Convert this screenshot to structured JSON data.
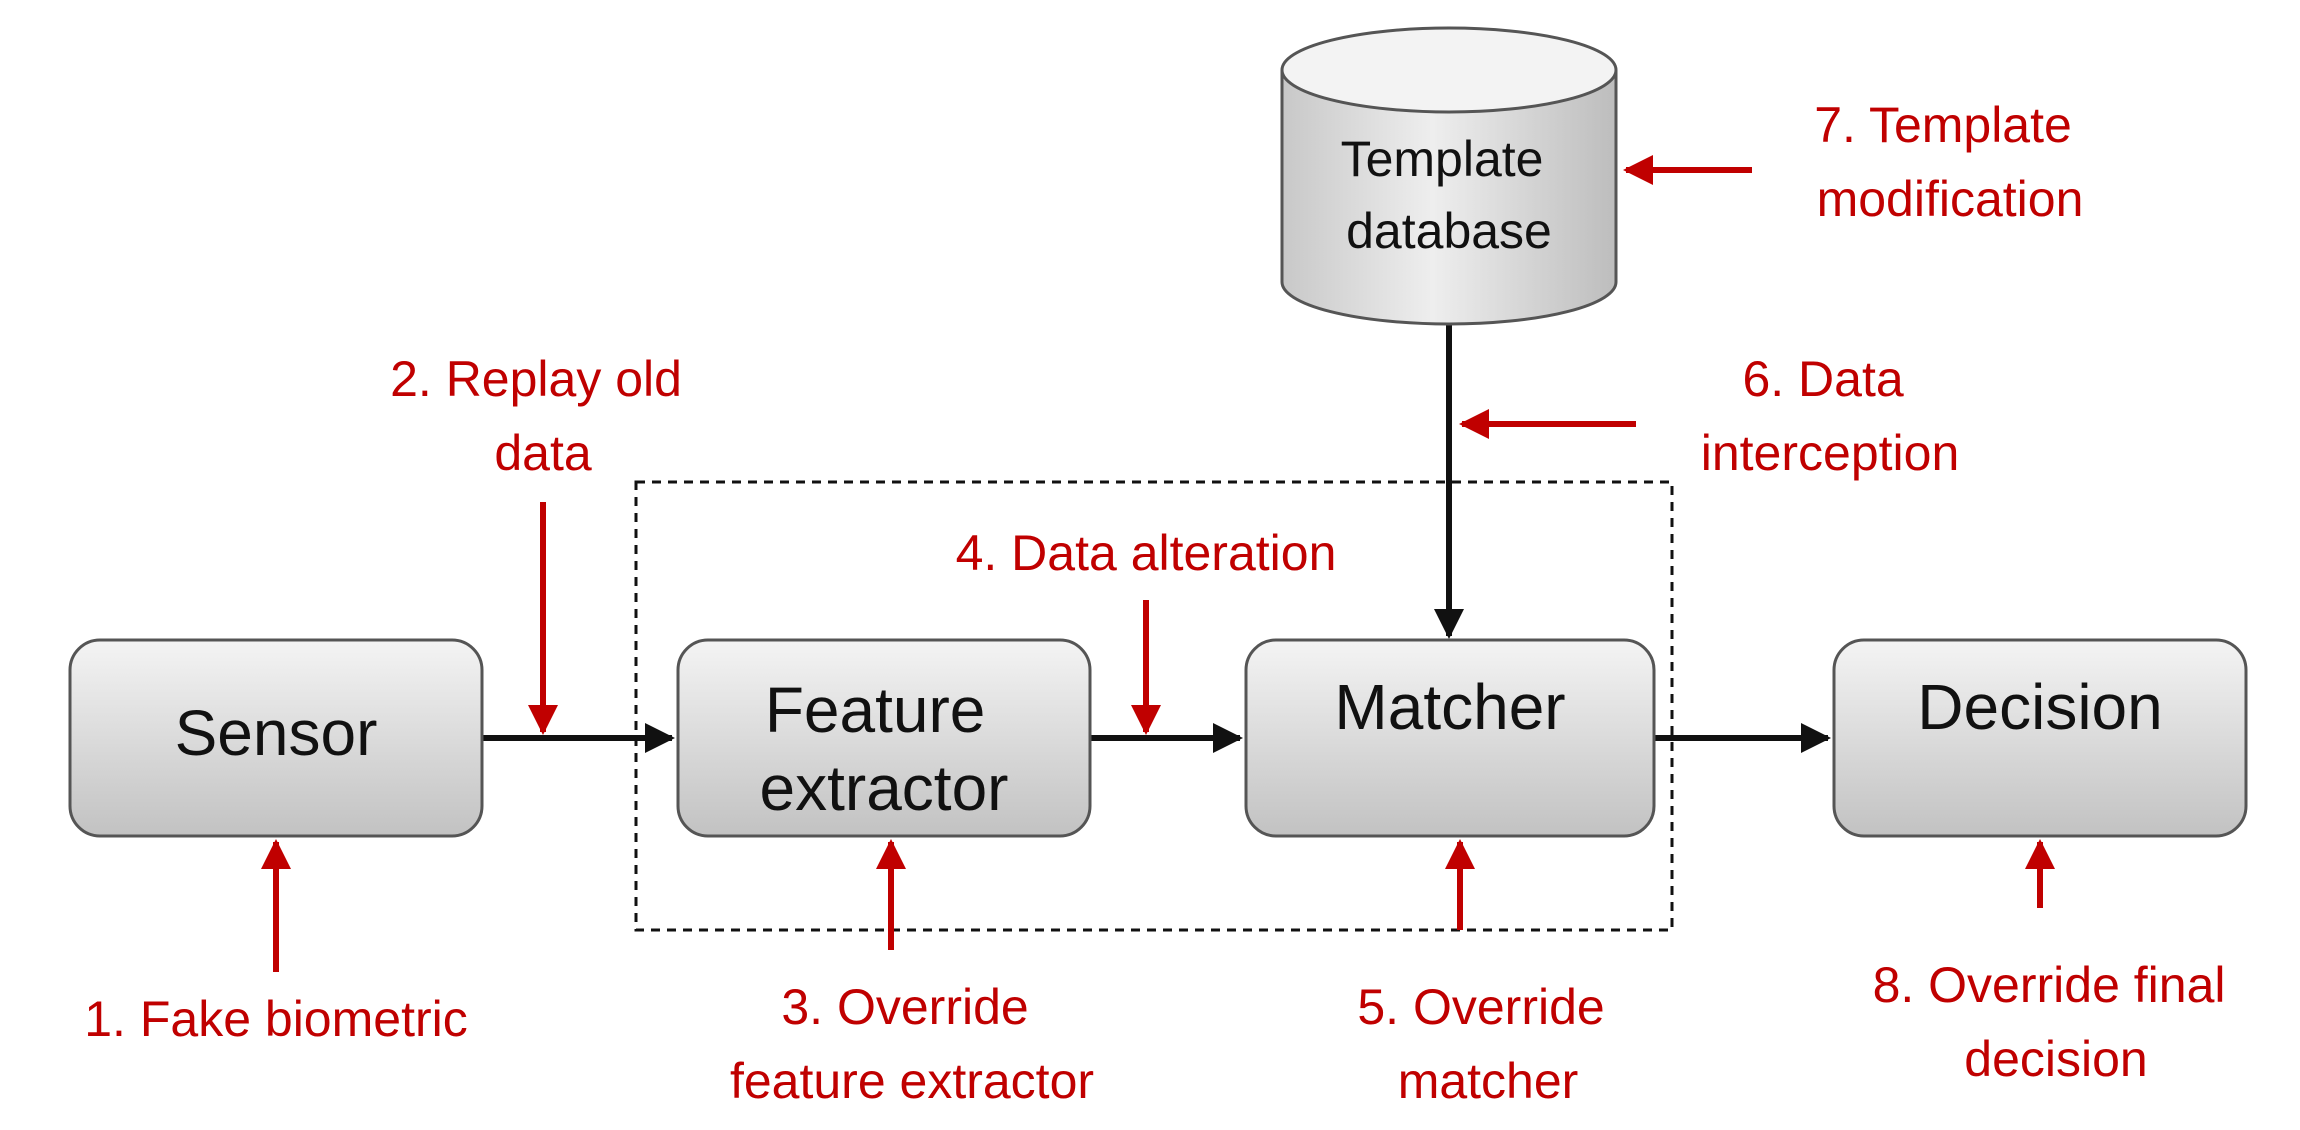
{
  "colors": {
    "attack_red": "#c00000",
    "box_fill_top": "#f2f2f2",
    "box_fill_bottom": "#c4c4c4",
    "text_dark": "#111111",
    "line_dark": "#111111"
  },
  "components": {
    "sensor": "Sensor",
    "feature_extractor": [
      "Feature",
      "extractor"
    ],
    "matcher": "Matcher",
    "decision": "Decision",
    "template_database": [
      "Template",
      "database"
    ]
  },
  "attacks": {
    "a1": [
      "1. Fake biometric"
    ],
    "a2": [
      "2. Replay old",
      "data"
    ],
    "a3": [
      "3. Override",
      "feature extractor"
    ],
    "a4": [
      "4. Data alteration"
    ],
    "a5": [
      "5. Override",
      "matcher"
    ],
    "a6": [
      "6. Data",
      "interception"
    ],
    "a7": [
      "7. Template",
      "modification"
    ],
    "a8": [
      "8. Override final",
      "decision"
    ]
  }
}
